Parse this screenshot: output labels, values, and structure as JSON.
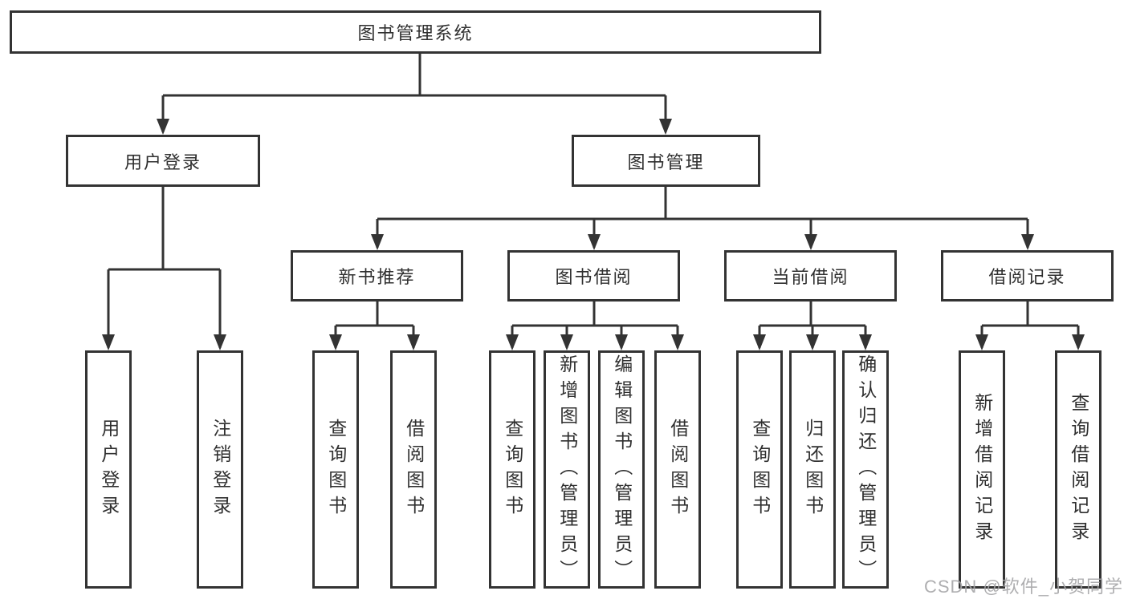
{
  "tree": {
    "root": "图书管理系统",
    "level2": [
      "用户登录",
      "图书管理"
    ],
    "level3": [
      "新书推荐",
      "图书借阅",
      "当前借阅",
      "借阅记录"
    ],
    "leaves": {
      "user_login": [
        "用户登录",
        "注销登录"
      ],
      "new_book_recommend": [
        "查询图书",
        "借阅图书"
      ],
      "book_borrowing": [
        "查询图书",
        "新增图书（管理员）",
        "编辑图书（管理员）",
        "借阅图书"
      ],
      "current_borrowing": [
        "查询图书",
        "归还图书",
        "确认归还（管理员）"
      ],
      "borrowing_records": [
        "新增借阅记录",
        "查询借阅记录"
      ]
    }
  },
  "watermark": "CSDN @软件_小贺同学",
  "colors": {
    "line": "#333333",
    "text": "#2f2f2f",
    "background": "#ffffff",
    "watermark": "#a6a6a8"
  }
}
